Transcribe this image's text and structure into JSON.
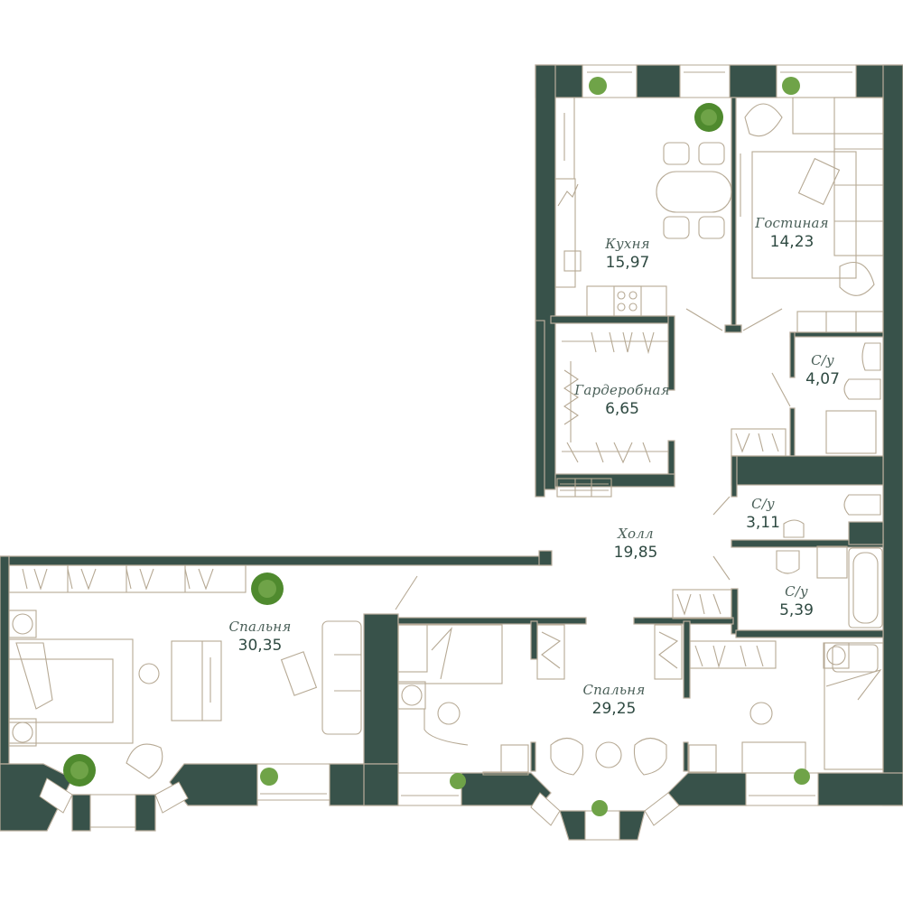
{
  "plan": {
    "type": "apartment-floor-plan",
    "colors": {
      "wall": "#38524a",
      "outline": "#b9ad9c",
      "furniture": "#b6a994",
      "plant": "#4f8a2e",
      "text_name": "#4a5f58",
      "text_area": "#2f4a42"
    },
    "rooms": [
      {
        "id": "kitchen",
        "name": "Кухня",
        "area": "15,97"
      },
      {
        "id": "living",
        "name": "Гостиная",
        "area": "14,23"
      },
      {
        "id": "wardrobe",
        "name": "Гардеробная",
        "area": "6,65"
      },
      {
        "id": "bath1",
        "name": "С/у",
        "area": "4,07"
      },
      {
        "id": "bath2",
        "name": "С/у",
        "area": "3,11"
      },
      {
        "id": "hall",
        "name": "Холл",
        "area": "19,85"
      },
      {
        "id": "bath3",
        "name": "С/у",
        "area": "5,39"
      },
      {
        "id": "bedroom1",
        "name": "Спальня",
        "area": "30,35"
      },
      {
        "id": "bedroom2",
        "name": "Спальня",
        "area": "29,25"
      }
    ]
  }
}
